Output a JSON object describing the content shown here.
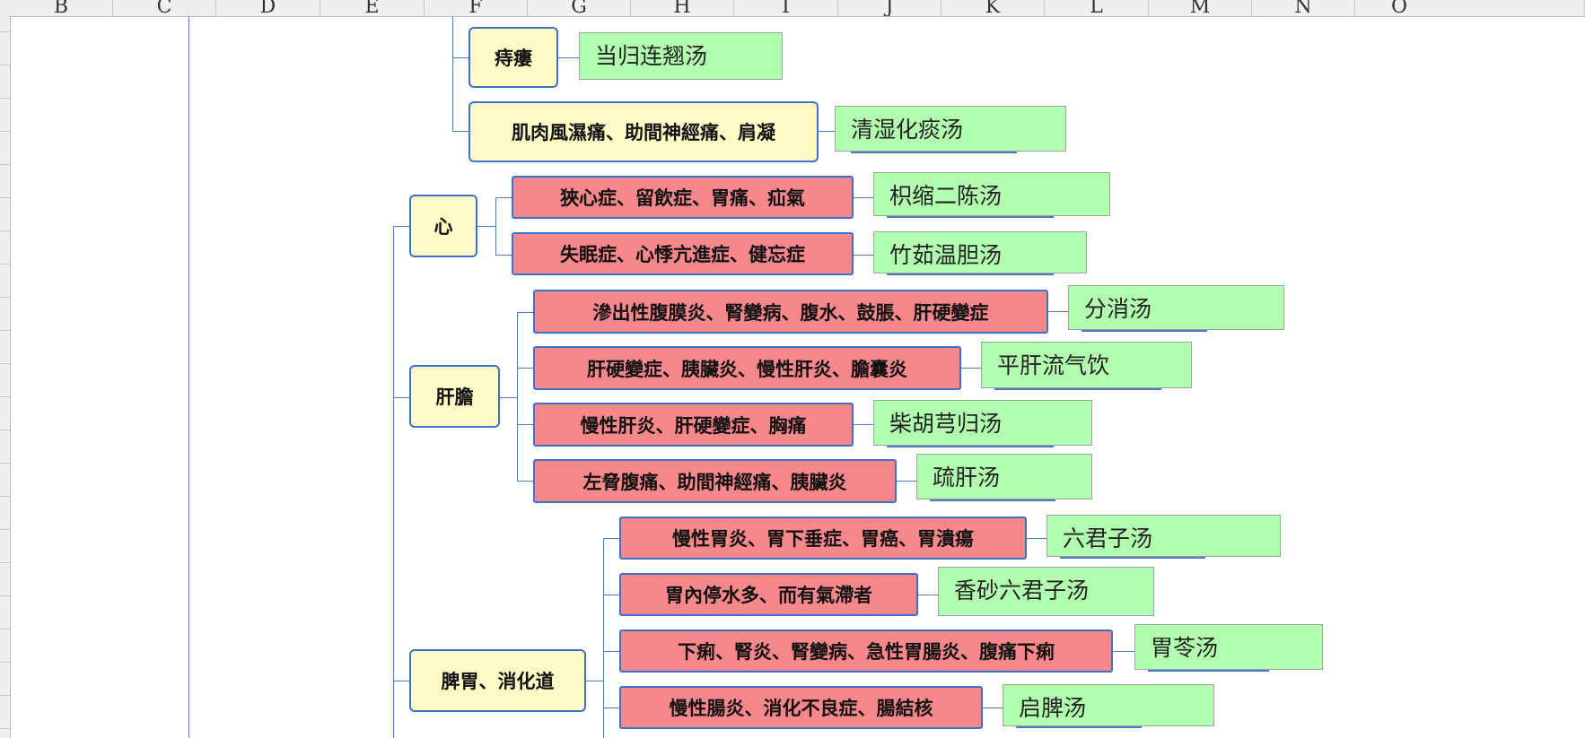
{
  "columns": [
    "B",
    "C",
    "D",
    "E",
    "F",
    "G",
    "H",
    "I",
    "J",
    "K",
    "L",
    "M",
    "N",
    "O"
  ],
  "tree": {
    "categories": [
      {
        "label": "心"
      },
      {
        "label": "肝膽"
      },
      {
        "label": "脾胃、消化道"
      }
    ],
    "upper_items": [
      {
        "label": "痔瘻"
      },
      {
        "label": "肌肉風濕痛、助間神經痛、肩凝"
      }
    ],
    "heart_items": [
      {
        "label": "狹心症、留飲症、胃痛、疝氣"
      },
      {
        "label": "失眠症、心悸亢進症、健忘症"
      }
    ],
    "liver_items": [
      {
        "label": "滲出性腹膜炎、腎變病、腹水、鼓脹、肝硬變症"
      },
      {
        "label": "肝硬變症、胰臟炎、慢性肝炎、膽囊炎"
      },
      {
        "label": "慢性肝炎、肝硬變症、胸痛"
      },
      {
        "label": "左脅腹痛、助間神經痛、胰臟炎"
      }
    ],
    "spleen_items": [
      {
        "label": "慢性胃炎、胃下垂症、胃癌、胃潰瘍"
      },
      {
        "label": "胃內停水多、而有氣滯者"
      },
      {
        "label": "下痢、腎炎、腎變病、急性胃腸炎、腹痛下痢"
      },
      {
        "label": "慢性腸炎、消化不良症、腸結核"
      }
    ]
  },
  "formulas": {
    "upper": [
      "当归连翘汤",
      "清湿化痰汤"
    ],
    "heart": [
      "枳缩二陈汤",
      "竹茹温胆汤"
    ],
    "liver": [
      "分消汤",
      "平肝流气饮",
      "柴胡芎归汤",
      "疏肝汤"
    ],
    "spleen": [
      "六君子汤",
      "香砂六君子汤",
      "胃苓汤",
      "启脾汤"
    ]
  },
  "colors": {
    "category_fill": "#fffbc6",
    "symptom_fill": "#f6878b",
    "formula_fill": "#b3ffb0",
    "border": "#3f70c9"
  }
}
